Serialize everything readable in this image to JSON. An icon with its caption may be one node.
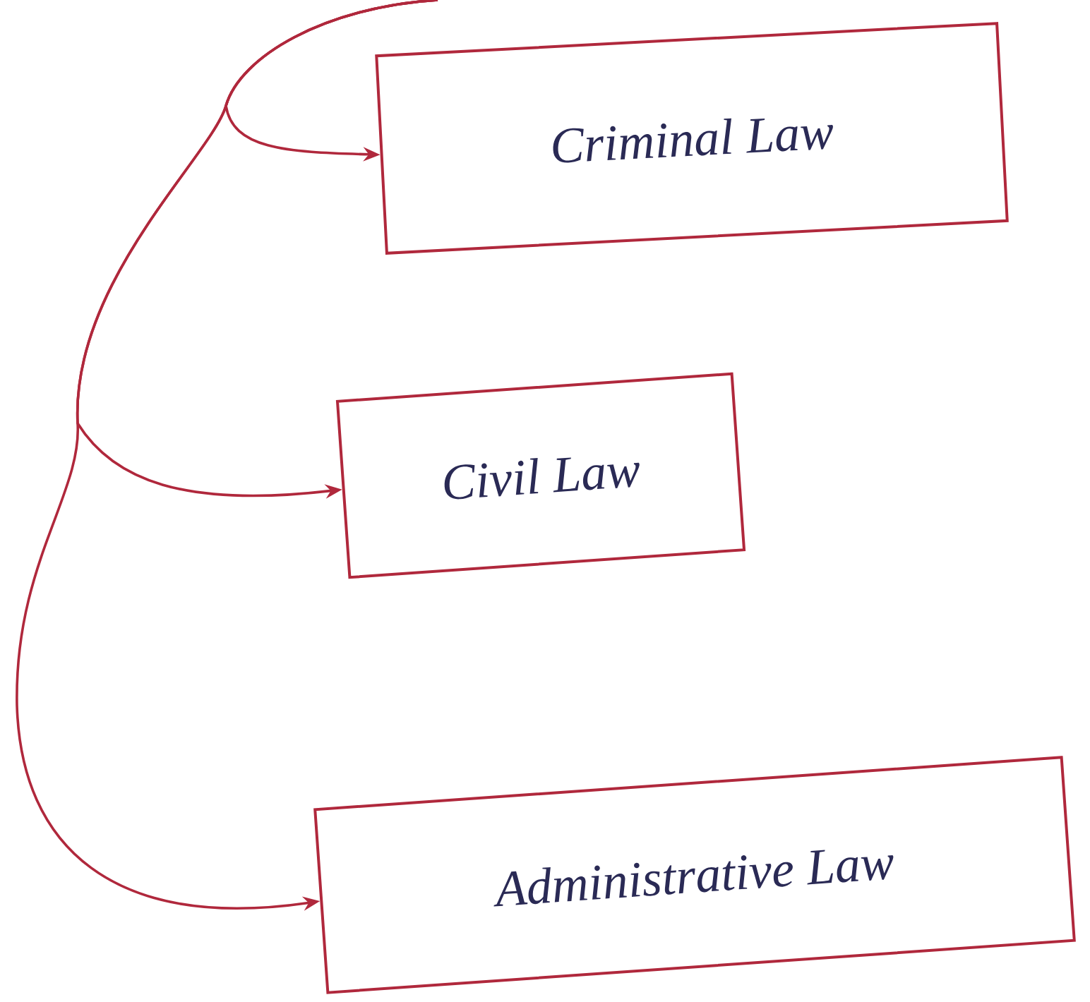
{
  "diagram": {
    "nodes": [
      {
        "text": [
          "Criminal Law"
        ]
      },
      {
        "text": [
          "Civil Law"
        ]
      },
      {
        "text": [
          "Administrative Law"
        ]
      }
    ],
    "edges": [
      {
        "from": null,
        "to": 0,
        "arrow": "to"
      },
      {
        "from": null,
        "to": 1,
        "arrow": "to"
      },
      {
        "from": null,
        "to": 2,
        "arrow": "to"
      }
    ]
  }
}
